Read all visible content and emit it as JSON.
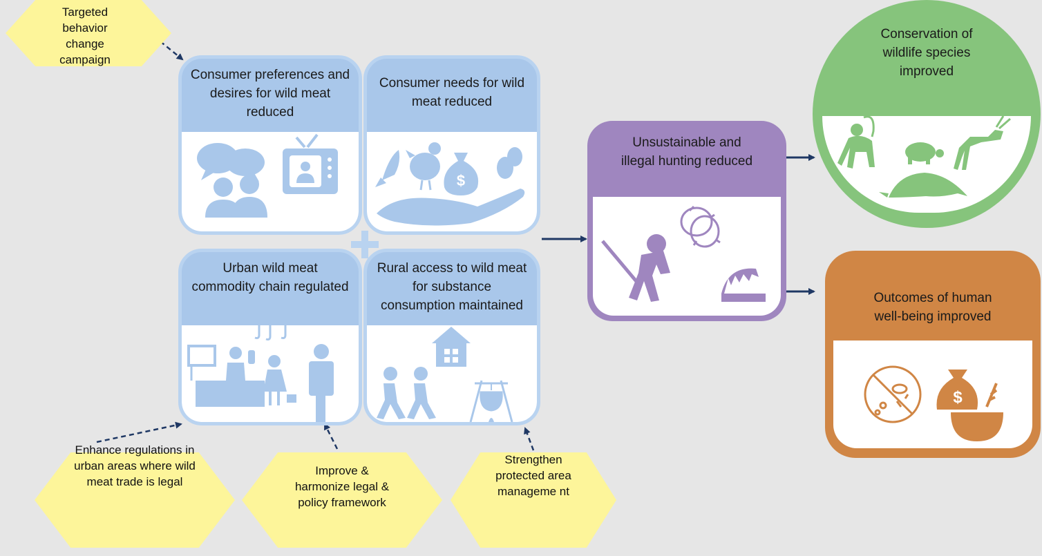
{
  "interventions": {
    "top": "Targeted behavior change campaign",
    "bottom_left": "Enhance regulations in urban areas where wild meat trade is legal",
    "bottom_mid": "Improve & harmonize legal & policy framework",
    "bottom_right": "Strengthen protected area manageme nt"
  },
  "factors": {
    "preferences": "Consumer preferences and desires for wild meat reduced",
    "needs": "Consumer needs for wild meat reduced",
    "urban": "Urban wild meat commodity chain regulated",
    "rural": "Rural access to wild meat for substance consumption maintained"
  },
  "outcome": {
    "hunting": "Unsustainable and illegal hunting reduced"
  },
  "results": {
    "conservation": "Conservation of wildlife species improved",
    "wellbeing": "Outcomes of human well-being improved"
  },
  "colors": {
    "background": "#e6e6e6",
    "intervention_fill": "#fdf59a",
    "factor_fill": "#a9c7ea",
    "icon_blue": "#a9c7ea",
    "hunting_fill": "#9f86bf",
    "conservation_fill": "#86c47c",
    "wellbeing_fill": "#d08645",
    "arrow": "#1f3864"
  },
  "icons": {
    "preferences": [
      "speech-bubbles-icon",
      "people-icon",
      "tv-icon"
    ],
    "needs": [
      "fish-icon",
      "chicken-icon",
      "money-bag-icon",
      "beans-icon",
      "hand-icon"
    ],
    "urban": [
      "market-stall-icon",
      "vendor-icon",
      "customer-icon",
      "official-icon"
    ],
    "rural": [
      "walking-people-icon",
      "house-icon",
      "cooking-pot-icon"
    ],
    "hunting": [
      "hunter-icon",
      "snare-icon",
      "trap-icon"
    ],
    "conservation": [
      "monkey-icon",
      "turtle-icon",
      "antelope-icon",
      "pangolin-icon"
    ],
    "wellbeing": [
      "no-disease-icon",
      "money-food-icon"
    ]
  }
}
